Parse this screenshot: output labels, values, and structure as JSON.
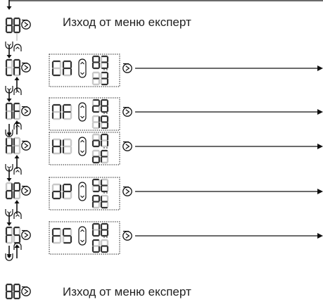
{
  "exit_text_top": "Изход от меню експерт",
  "exit_text_bottom": "Изход от меню експерт",
  "blank_code": "88",
  "rows": [
    {
      "code": "CA",
      "value_top": "83",
      "value_bottom": "-3"
    },
    {
      "code": "nF",
      "value_top": "28",
      "value_bottom": "19"
    },
    {
      "code": "HI",
      "value_top": "on",
      "value_bottom": "oF"
    },
    {
      "code": "dP",
      "value_top": "St",
      "value_bottom": "Pt"
    },
    {
      "code": "FS",
      "value_top": "08",
      "value_bottom": "Go"
    }
  ],
  "colors": {
    "segment_on": "#333333",
    "segment_off": "#c8c8c8",
    "line": "#111111"
  }
}
